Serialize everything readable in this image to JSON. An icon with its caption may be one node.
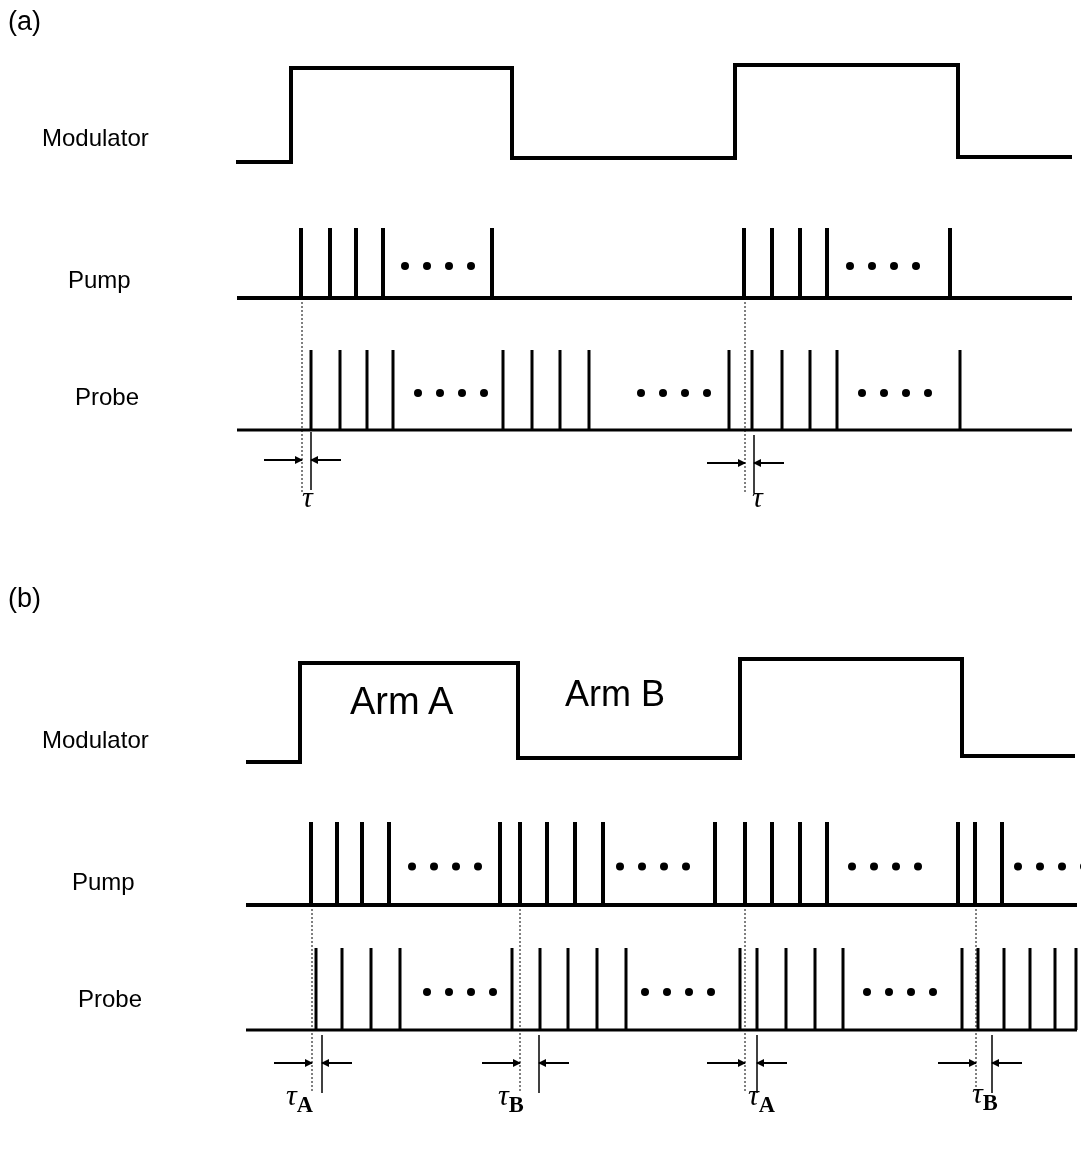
{
  "diagram": {
    "labels": [
      "(a)",
      "Modulator",
      "Pump",
      "Probe",
      "τ",
      "τ",
      "(b)",
      "Arm A",
      "Arm B",
      "Modulator",
      "Pump",
      "Probe",
      "τ$_{A}$",
      "τ$_{B}$",
      "τ$_{A}$",
      "τ$_{B}$"
    ]
  }
}
